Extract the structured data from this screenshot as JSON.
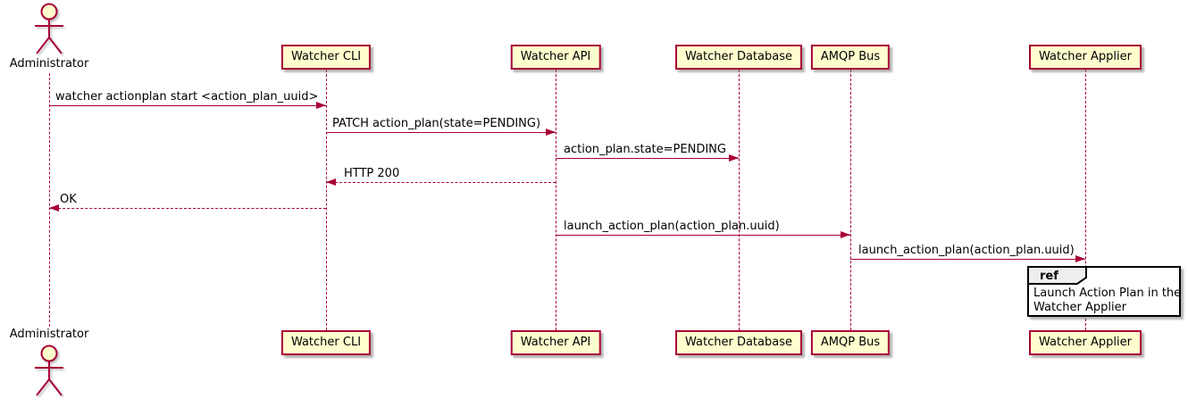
{
  "colors": {
    "accent": "#A80036",
    "box_fill": "#FEFECE",
    "ref_header_fill": "#EEEEEE",
    "text": "#000000"
  },
  "actor": {
    "name": "Administrator"
  },
  "participants": [
    {
      "label": "Watcher CLI"
    },
    {
      "label": "Watcher API"
    },
    {
      "label": "Watcher Database"
    },
    {
      "label": "AMQP Bus"
    },
    {
      "label": "Watcher Applier"
    }
  ],
  "messages": [
    {
      "from": "Administrator",
      "to": "Watcher CLI",
      "label": "watcher actionplan start <action_plan_uuid>",
      "line": "solid",
      "direction": "right"
    },
    {
      "from": "Watcher CLI",
      "to": "Watcher API",
      "label": "PATCH action_plan(state=PENDING)",
      "line": "solid",
      "direction": "right"
    },
    {
      "from": "Watcher API",
      "to": "Watcher Database",
      "label": "action_plan.state=PENDING",
      "line": "solid",
      "direction": "right"
    },
    {
      "from": "Watcher API",
      "to": "Watcher CLI",
      "label": "HTTP 200",
      "line": "dotted",
      "direction": "left"
    },
    {
      "from": "Watcher CLI",
      "to": "Administrator",
      "label": "OK",
      "line": "dotted",
      "direction": "left"
    },
    {
      "from": "Watcher API",
      "to": "AMQP Bus",
      "label": "launch_action_plan(action_plan.uuid)",
      "line": "solid",
      "direction": "right"
    },
    {
      "from": "AMQP Bus",
      "to": "Watcher Applier",
      "label": "launch_action_plan(action_plan.uuid)",
      "line": "solid",
      "direction": "right"
    }
  ],
  "ref": {
    "keyword": "ref",
    "lines": [
      "Launch Action Plan in the",
      "Watcher Applier"
    ]
  }
}
